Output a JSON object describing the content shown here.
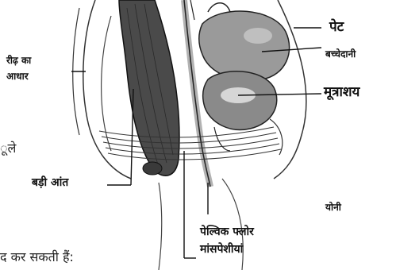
{
  "labels": {
    "spine": [
      "रीढ़ का",
      "आधार"
    ],
    "pet": "पेट",
    "uterus": "बच्चेदानी",
    "bladder": "मूत्राशय",
    "bowel": "बड़ी आंत",
    "vagina": "योनी",
    "pelvic_floor": [
      "पेल्विक फ्लोर",
      "मांसपेशीयां"
    ]
  },
  "fragments": {
    "left_mid": "ूले",
    "bottom_left": "द कर सकती हैं:"
  }
}
